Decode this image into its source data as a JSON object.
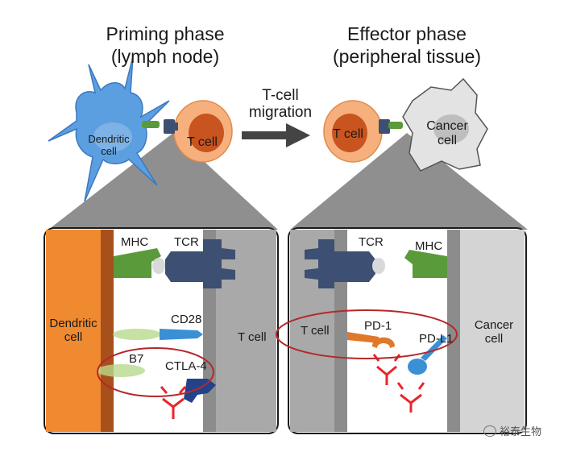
{
  "phases": {
    "priming": {
      "title": "Priming phase",
      "subtitle": "(lymph node)"
    },
    "effector": {
      "title": "Effector phase",
      "subtitle": "(peripheral tissue)"
    }
  },
  "migration": {
    "line1": "T-cell",
    "line2": "migration"
  },
  "top_cells": {
    "dendritic_line1": "Dendritic",
    "dendritic_line2": "cell",
    "tcell_left": "T cell",
    "tcell_right": "T cell",
    "cancer_line1": "Cancer",
    "cancer_line2": "cell"
  },
  "left_panel": {
    "mhc": "MHC",
    "tcr": "TCR",
    "dendritic_line1": "Dendritic",
    "dendritic_line2": "cell",
    "cd28": "CD28",
    "tcell": "T cell",
    "b7": "B7",
    "ctla4": "CTLA-4"
  },
  "right_panel": {
    "tcr": "TCR",
    "mhc": "MHC",
    "tcell": "T cell",
    "pd1": "PD-1",
    "pdl1": "PD-L1",
    "cancer_line1": "Cancer",
    "cancer_line2": "cell"
  },
  "watermark": "裕泰生物",
  "colors": {
    "dendritic_blue": "#4a90d9",
    "tcell_orange": "#f2a36b",
    "tcell_nucleus": "#c8541f",
    "apc_orange": "#f08a30",
    "apc_brown": "#a8501c",
    "mhc_green": "#5a9a3a",
    "tcr_navy": "#3d4f72",
    "pd1_orange": "#e0782a",
    "pdl1_blue": "#3b8fd4",
    "antibody_red": "#e8262a",
    "circle_red": "#b5282a",
    "grey_membrane": "#8c8c8c",
    "grey_cell": "#a9a9a9",
    "cancer_grey": "#d4d4d4"
  }
}
